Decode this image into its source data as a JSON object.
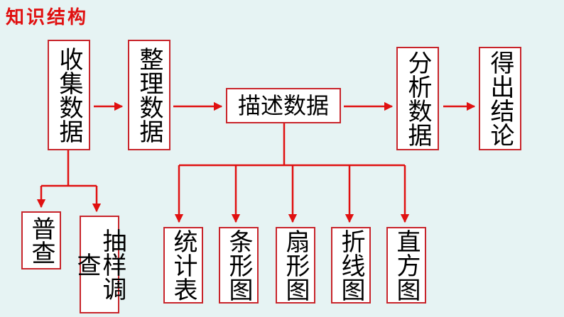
{
  "title": "知识结构",
  "colors": {
    "accent": "#c8242a",
    "title": "#e01010",
    "background": "#e6f3f3"
  },
  "nodes": {
    "collect": "收集数据",
    "organize": "整理数据",
    "describe": "描述数据",
    "analyze": "分析数据",
    "conclude": "得出结论",
    "census": "普查",
    "sampling": "抽样调查",
    "table": "统计表",
    "bar_chart": "条形图",
    "pie_chart": "扇形图",
    "line_chart": "折线图",
    "histogram": "直方图"
  }
}
